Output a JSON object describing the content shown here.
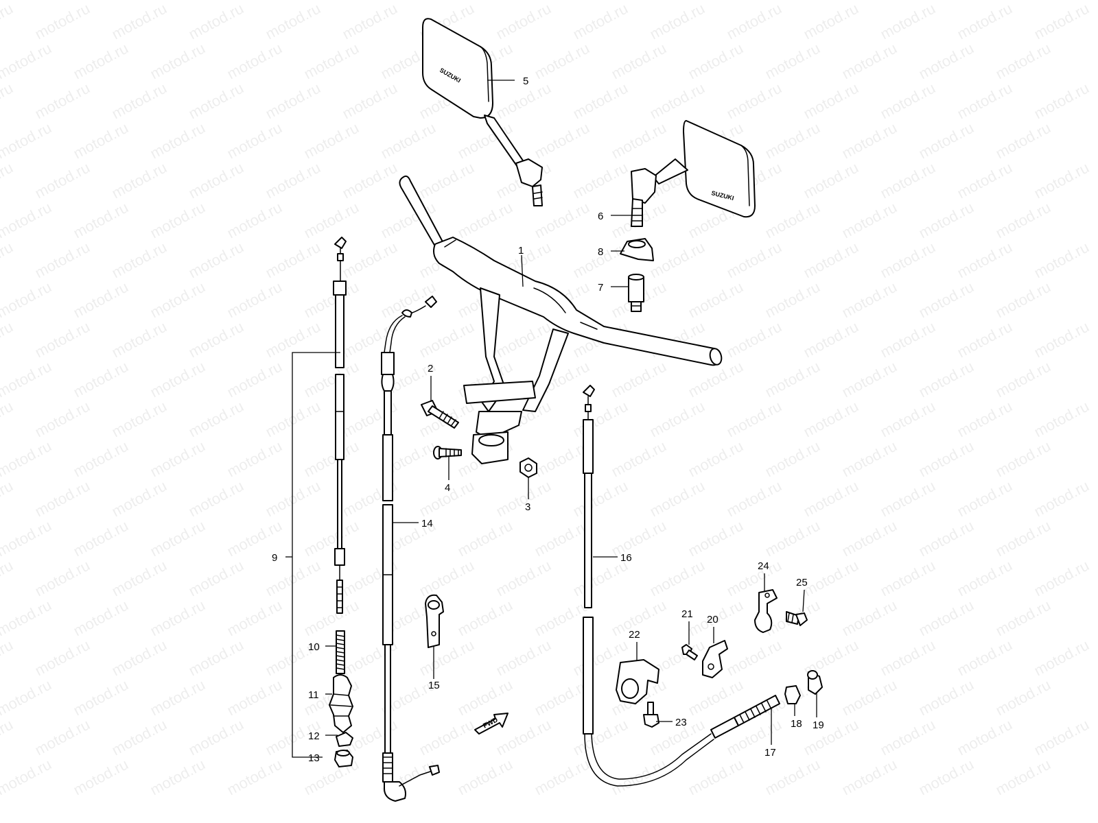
{
  "watermark": {
    "text": "motod.ru"
  },
  "mirror_brand": "SUZUKI",
  "fwd_arrow": {
    "label": "FWD"
  },
  "callouts": {
    "c1": "1",
    "c2": "2",
    "c3": "3",
    "c4": "4",
    "c5": "5",
    "c6": "6",
    "c7": "7",
    "c8": "8",
    "c9": "9",
    "c10": "10",
    "c11": "11",
    "c12": "12",
    "c13": "13",
    "c14": "14",
    "c15": "15",
    "c16": "16",
    "c17": "17",
    "c18": "18",
    "c19": "19",
    "c20": "20",
    "c21": "21",
    "c22": "22",
    "c23": "23",
    "c24": "24",
    "c25": "25"
  }
}
